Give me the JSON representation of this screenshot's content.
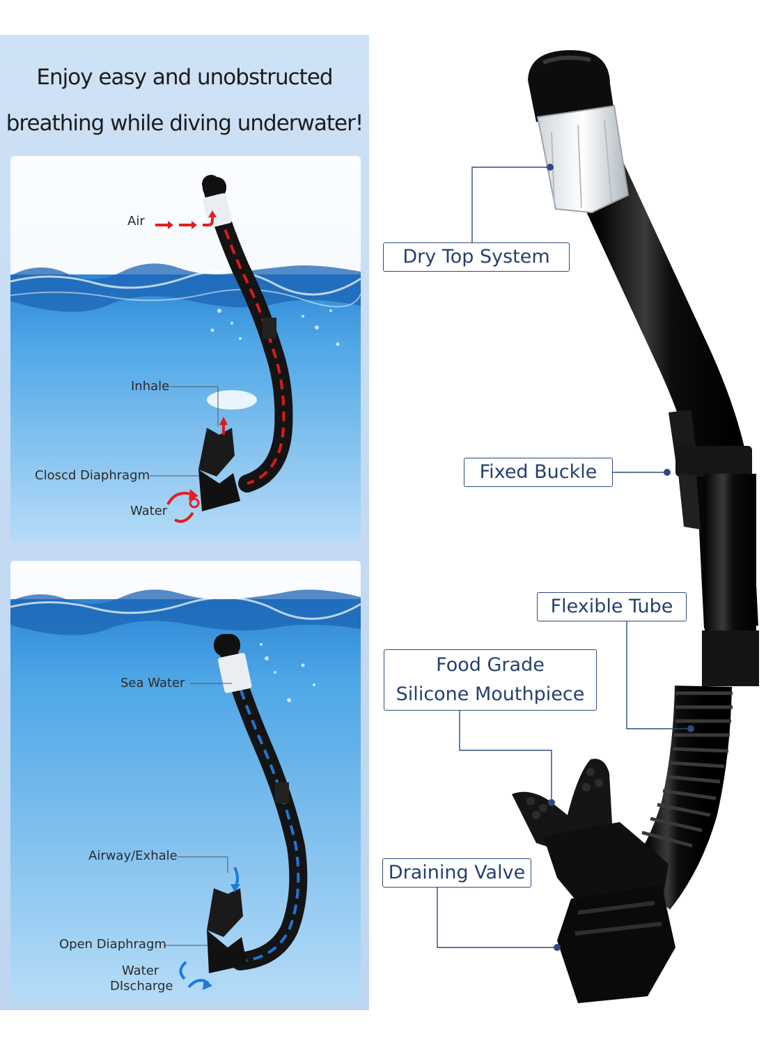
{
  "headline": {
    "line1": "Enjoy easy and unobstructed",
    "line2": "breathing while diving underwater!"
  },
  "scene_closed": {
    "air_label": "Air",
    "inhale_label": "Inhale",
    "diaphragm_label": "Closcd Diaphragm",
    "water_label": "Water"
  },
  "scene_open": {
    "sea_water_label": "Sea Water",
    "airway_label": "Airway/Exhale",
    "diaphragm_label": "Open Diaphragm",
    "discharge_line1": "Water",
    "discharge_line2": "DIscharge"
  },
  "callouts": {
    "dry_top": "Dry Top System",
    "fixed_buckle": "Fixed Buckle",
    "flexible_tube": "Flexible Tube",
    "mouthpiece_line1": "Food Grade",
    "mouthpiece_line2": "Silicone Mouthpiece",
    "draining_valve": "Draining Valve"
  },
  "colors": {
    "callout_border": "#2c4a7e",
    "callout_text": "#24406f",
    "air_arrow": "#e02020",
    "water_arrow": "#1e78d8"
  }
}
